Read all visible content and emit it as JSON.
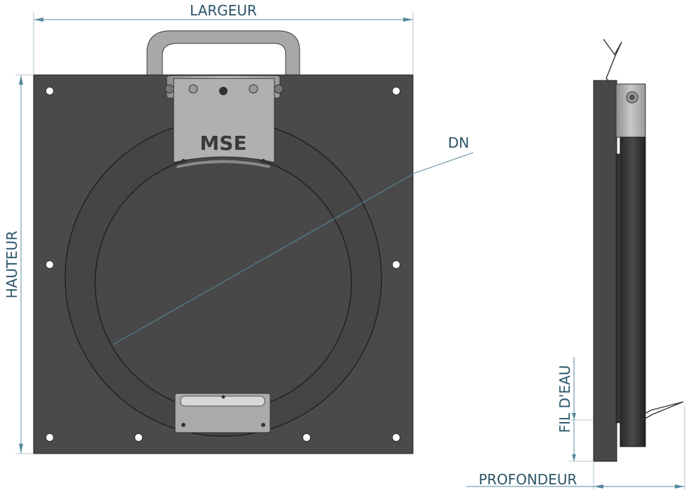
{
  "dimensions": {
    "width_label": "LARGEUR",
    "height_label": "HAUTEUR",
    "diameter_label": "DN",
    "water_level_label": "FIL D'EAU",
    "depth_label": "PROFONDEUR"
  },
  "front_view": {
    "brand_text": "MSE"
  },
  "colors": {
    "plate": "#4a4a4a",
    "metal": "#b4b4b4",
    "dimension_line": "#5a8aa0",
    "dimension_text": "#2a5468"
  }
}
